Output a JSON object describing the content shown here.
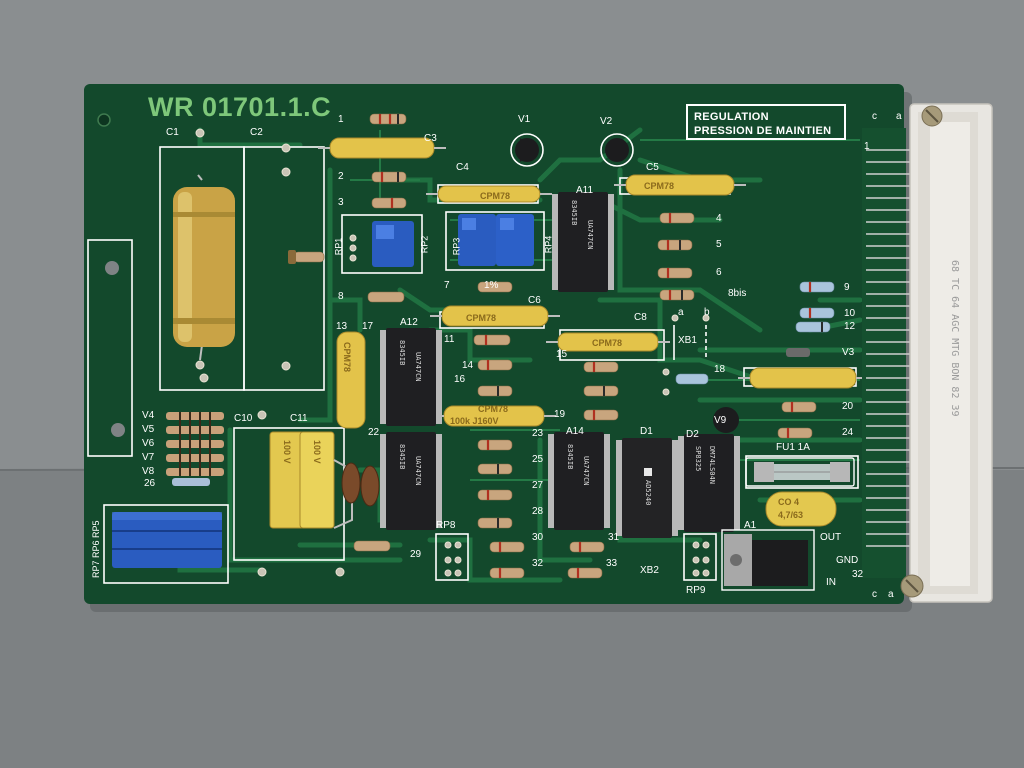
{
  "board": {
    "id": "WR 01701.1.C",
    "panel_line1": "REGULATION",
    "panel_line2": "PRESSION DE MAINTIEN",
    "connector_print": "68 TC 64 AGC MTG BON 82 39"
  },
  "labels": {
    "c1": "C1",
    "c2": "C2",
    "c3": "C3",
    "c4": "C4",
    "c5": "C5",
    "c6": "C6",
    "c8": "C8",
    "c10": "C10",
    "c11": "C11",
    "v1": "V1",
    "v2": "V2",
    "v3": "V3",
    "v4": "V4",
    "v5": "V5",
    "v6": "V6",
    "v7": "V7",
    "v8": "V8",
    "v9": "V9",
    "a1": "A1",
    "a11": "A11",
    "a12": "A12",
    "a14": "A14",
    "d1": "D1",
    "d2": "D2",
    "rp1": "RP1",
    "rp2": "RP2",
    "rp3": "RP3",
    "rp4": "RP4",
    "rp8": "RP8",
    "rp9": "RP9",
    "rp_stack": "RP7 RP6 RP5",
    "xb1": "XB1",
    "xb2": "XB2",
    "fu1": "FU1 1A",
    "one_percent": "1%",
    "out": "OUT",
    "gnd": "GND",
    "in": "IN",
    "col_c_top": "c",
    "col_a_top": "a",
    "col_c_bot": "c",
    "col_a_bot": "a",
    "pin_a": "a",
    "pin_b": "b",
    "pin_1": "1",
    "pin_32": "32",
    "n1": "1",
    "n2": "2",
    "n3": "3",
    "n4": "4",
    "n5": "5",
    "n6": "6",
    "n7": "7",
    "n8": "8",
    "n8bis": "8bis",
    "n9": "9",
    "n10": "10",
    "n11": "11",
    "n12": "12",
    "n13": "13",
    "n14": "14",
    "n15": "15",
    "n16": "16",
    "n17": "17",
    "n18": "18",
    "n19": "19",
    "n20": "20",
    "n22": "22",
    "n23": "23",
    "n24": "24",
    "n25": "25",
    "n26": "26",
    "n27": "27",
    "n28": "28",
    "n29": "29",
    "n30": "30",
    "n31": "31",
    "n32": "32",
    "n33": "33"
  },
  "markings": {
    "cpm": "CPM78",
    "cap_100k": "100k J160V",
    "ic_ti": "8345IB",
    "ic_ua": "UA747CN",
    "ic_ad": "AD5240",
    "ic_sp": "SP8325",
    "ic_74": "DM74LS04N",
    "tant_1": "CO 4",
    "tant_2": "4,7/63",
    "cap_c10": "100 V",
    "cap_c11": "100 V"
  },
  "colors": {
    "background": "#868a8c",
    "pcb": "#13492c",
    "trace": "#1d6b3d",
    "silkscreen": "#ffffff",
    "title": "#7ec77a",
    "yellow_cap": "#e3c34a",
    "gold_cap": "#c9a346",
    "trimmer": "#2a5cc0",
    "ic_body": "#1f1f22",
    "connector": "#e8e6e1"
  }
}
